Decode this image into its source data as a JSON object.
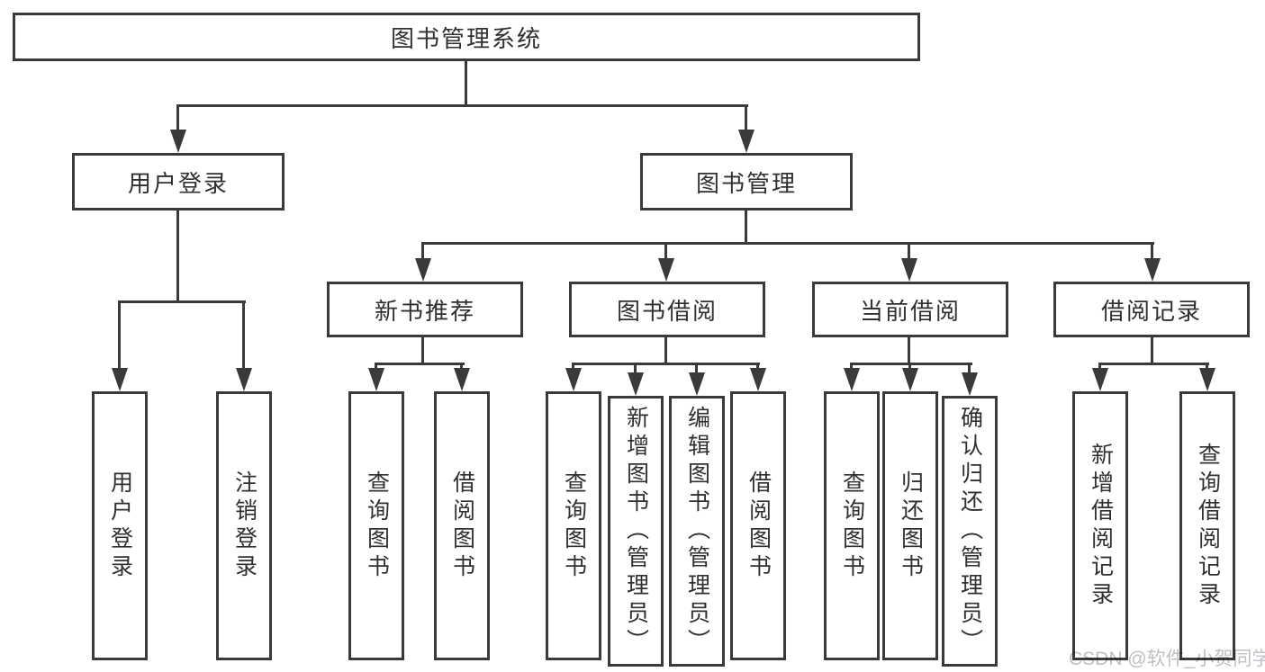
{
  "diagram_type": "tree",
  "colors": {
    "line": "#3a3a3a",
    "background": "#ffffff",
    "text": "#303030",
    "watermark": "#bdc0c4"
  },
  "tree": {
    "label": "图书管理系统",
    "children": [
      {
        "label": "用户登录",
        "children": [
          {
            "label": "用户登录"
          },
          {
            "label": "注销登录"
          }
        ]
      },
      {
        "label": "图书管理",
        "children": [
          {
            "label": "新书推荐",
            "children": [
              {
                "label": "查询图书"
              },
              {
                "label": "借阅图书"
              }
            ]
          },
          {
            "label": "图书借阅",
            "children": [
              {
                "label": "查询图书"
              },
              {
                "label": "新增图书（管理员）"
              },
              {
                "label": "编辑图书（管理员）"
              },
              {
                "label": "借阅图书"
              }
            ]
          },
          {
            "label": "当前借阅",
            "children": [
              {
                "label": "查询图书"
              },
              {
                "label": "归还图书"
              },
              {
                "label": "确认归还（管理员）"
              }
            ]
          },
          {
            "label": "借阅记录",
            "children": [
              {
                "label": "新增借阅记录"
              },
              {
                "label": "查询借阅记录"
              }
            ]
          }
        ]
      }
    ]
  },
  "watermark": {
    "text": "CSDN @软件_小贺同学"
  }
}
